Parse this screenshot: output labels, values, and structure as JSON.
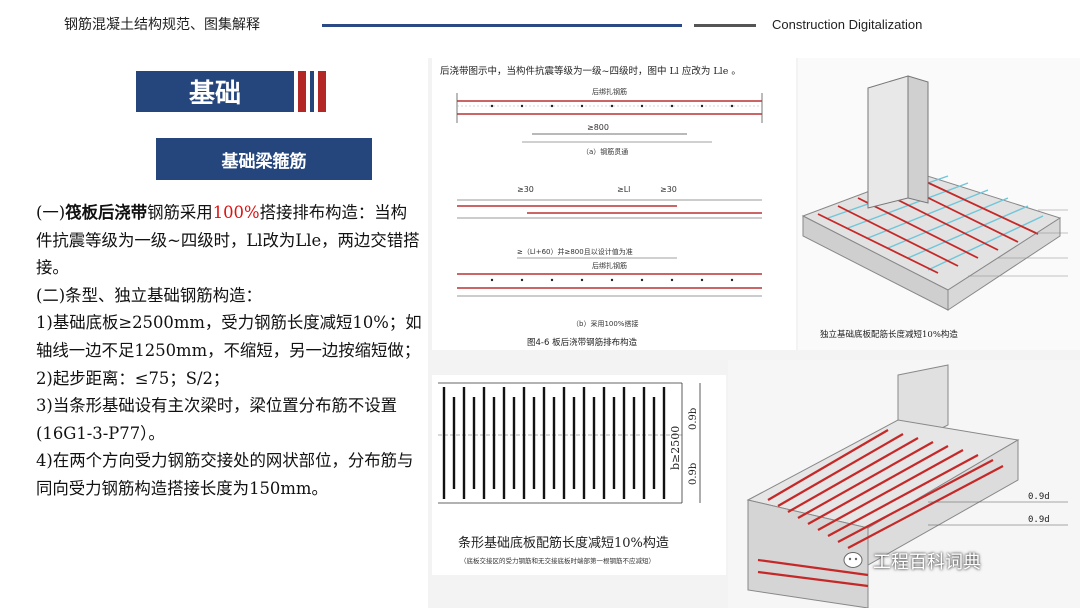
{
  "header": {
    "left_title": "钢筋混凝土结构规范、图集解释",
    "right_title": "Construction  Digitalization"
  },
  "section_title": "基础",
  "subtitle": "基础梁箍筋",
  "body": {
    "p1_prefix": "(一)",
    "p1_bold": "筏板后浇带",
    "p1_mid": "钢筋采用",
    "p1_red": "100%",
    "p1_rest": "搭接排布构造：当构件抗震等级为一级~四级时，Ll改为Lle，两边交错搭接。",
    "p2": "(二)条型、独立基础钢筋构造：",
    "p3": "1)基础底板≥2500mm，受力钢筋长度减短10%；如轴线一边不足1250mm，不缩短，另一边按缩短做；",
    "p4": "2)起步距离：≤75；S/2；",
    "p5": "3)当条形基础设有主次梁时，梁位置分布筋不设置(16G1-3-P77）。",
    "p6": "4)在两个方向受力钢筋交接处的网状部位，分布筋与同向受力钢筋构造搭接长度为150mm。"
  },
  "fig1": {
    "note": "后浇带图示中，当构件抗震等级为一级~四级时，图中 Ll 应改为 Lle 。",
    "label_a_top": "后绑扎钢筋",
    "dim_a": "≥800",
    "caption_a": "（a）钢筋贯通",
    "dim_30_left": "≥30",
    "dim_ll": "≥Ll",
    "dim_30_right": "≥30",
    "dim_b": "≥（Ll+60）并≥800且以设计值为准",
    "label_b_top": "后绑扎钢筋",
    "caption_b": "（b）采用100%搭接",
    "figure_caption": "图4-6  板后浇带钢筋排布构造"
  },
  "fig2": {
    "caption": "独立基础底板配筋长度减短10%构造"
  },
  "fig3": {
    "dim_b": "b≥2500",
    "dim_09b_top": "0.9b",
    "dim_09b_bottom": "0.9b",
    "caption": "条形基础底板配筋长度减短10%构造",
    "subcaption": "（底板交接区的受力钢筋和无交接底板时端部第一根钢筋不应减短）"
  },
  "fig4": {
    "label_09d_top": "0.9d",
    "label_09d_bottom": "0.9d"
  },
  "watermark": "工程百科词典",
  "colors": {
    "navy": "#25467d",
    "red": "#b42727",
    "rebar": "#c62828"
  }
}
